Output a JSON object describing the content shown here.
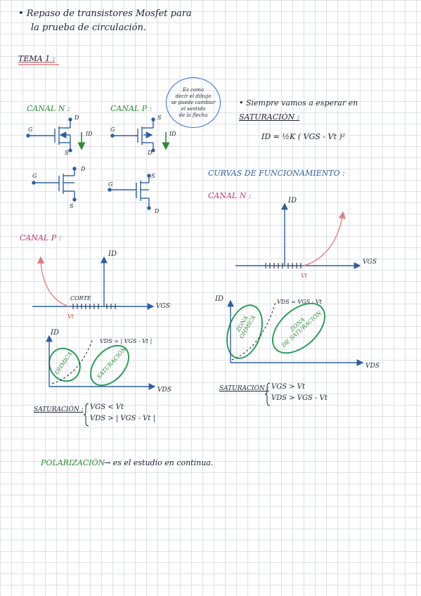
{
  "header": {
    "title_line1": "• Repaso de transistores Mosfet para",
    "title_line2": "la prueba de circulación."
  },
  "section_title": "TEMA 1 :",
  "labels": {
    "canal_n": "CANAL N :",
    "canal_p": "CANAL P :",
    "canal_p_upper": "CANAL P :",
    "canal_n_curves": "CANAL N :",
    "curvas": "CURVAS DE FUNCIONAMIENTO :",
    "siempre": "• Siempre vamos a esperar en",
    "saturacion": "SATURACIÓN :",
    "formula": "ID = ½K ( VGS - Vt )²",
    "note": "Es como\ndecir el dibujo\nse puede cambiar\nel sentido\nde la flecha",
    "corte": "CORTE",
    "vt_p": "Vt",
    "vt_n": "Vt",
    "id_top": "ID",
    "vgs_n": "VGS",
    "vgs_p": "VGS",
    "id_p": "ID",
    "id_n_out": "ID",
    "vds_n": "VDS",
    "id_p_out": "ID",
    "vds_p": "VDS",
    "vds_eq_n": "VDS = VGS - Vt",
    "vds_eq_p": "VDS = | VGS - Vt |",
    "zona_ohmica": "ZONA\nOHMICA",
    "zona_sat": "ZONA\nDE SATURACIÓN",
    "ohmica_p": "OHMICA",
    "sat_p": "SATURACIÓN",
    "sat_cond_label_n": "SATURACIÓN :",
    "sat_cond_n1": "VGS > Vt",
    "sat_cond_n2": "VDS > VGS - Vt",
    "sat_cond_label_p": "SATURACIÓN :",
    "sat_cond_p1": "VGS < Vt",
    "sat_cond_p2": "VDS > | VGS - Vt |",
    "polarizacion": "POLARIZACIÓN",
    "polarizacion_rest": "→ es el estudio en continua.",
    "pin_g": "G",
    "pin_d": "D",
    "pin_s": "S",
    "id_small": "ID"
  },
  "colors": {
    "green": "#2f8a3a",
    "red": "#c24a50",
    "blue": "#2f5fa0",
    "pink": "#c23a6a",
    "ink": "#1e2235"
  }
}
